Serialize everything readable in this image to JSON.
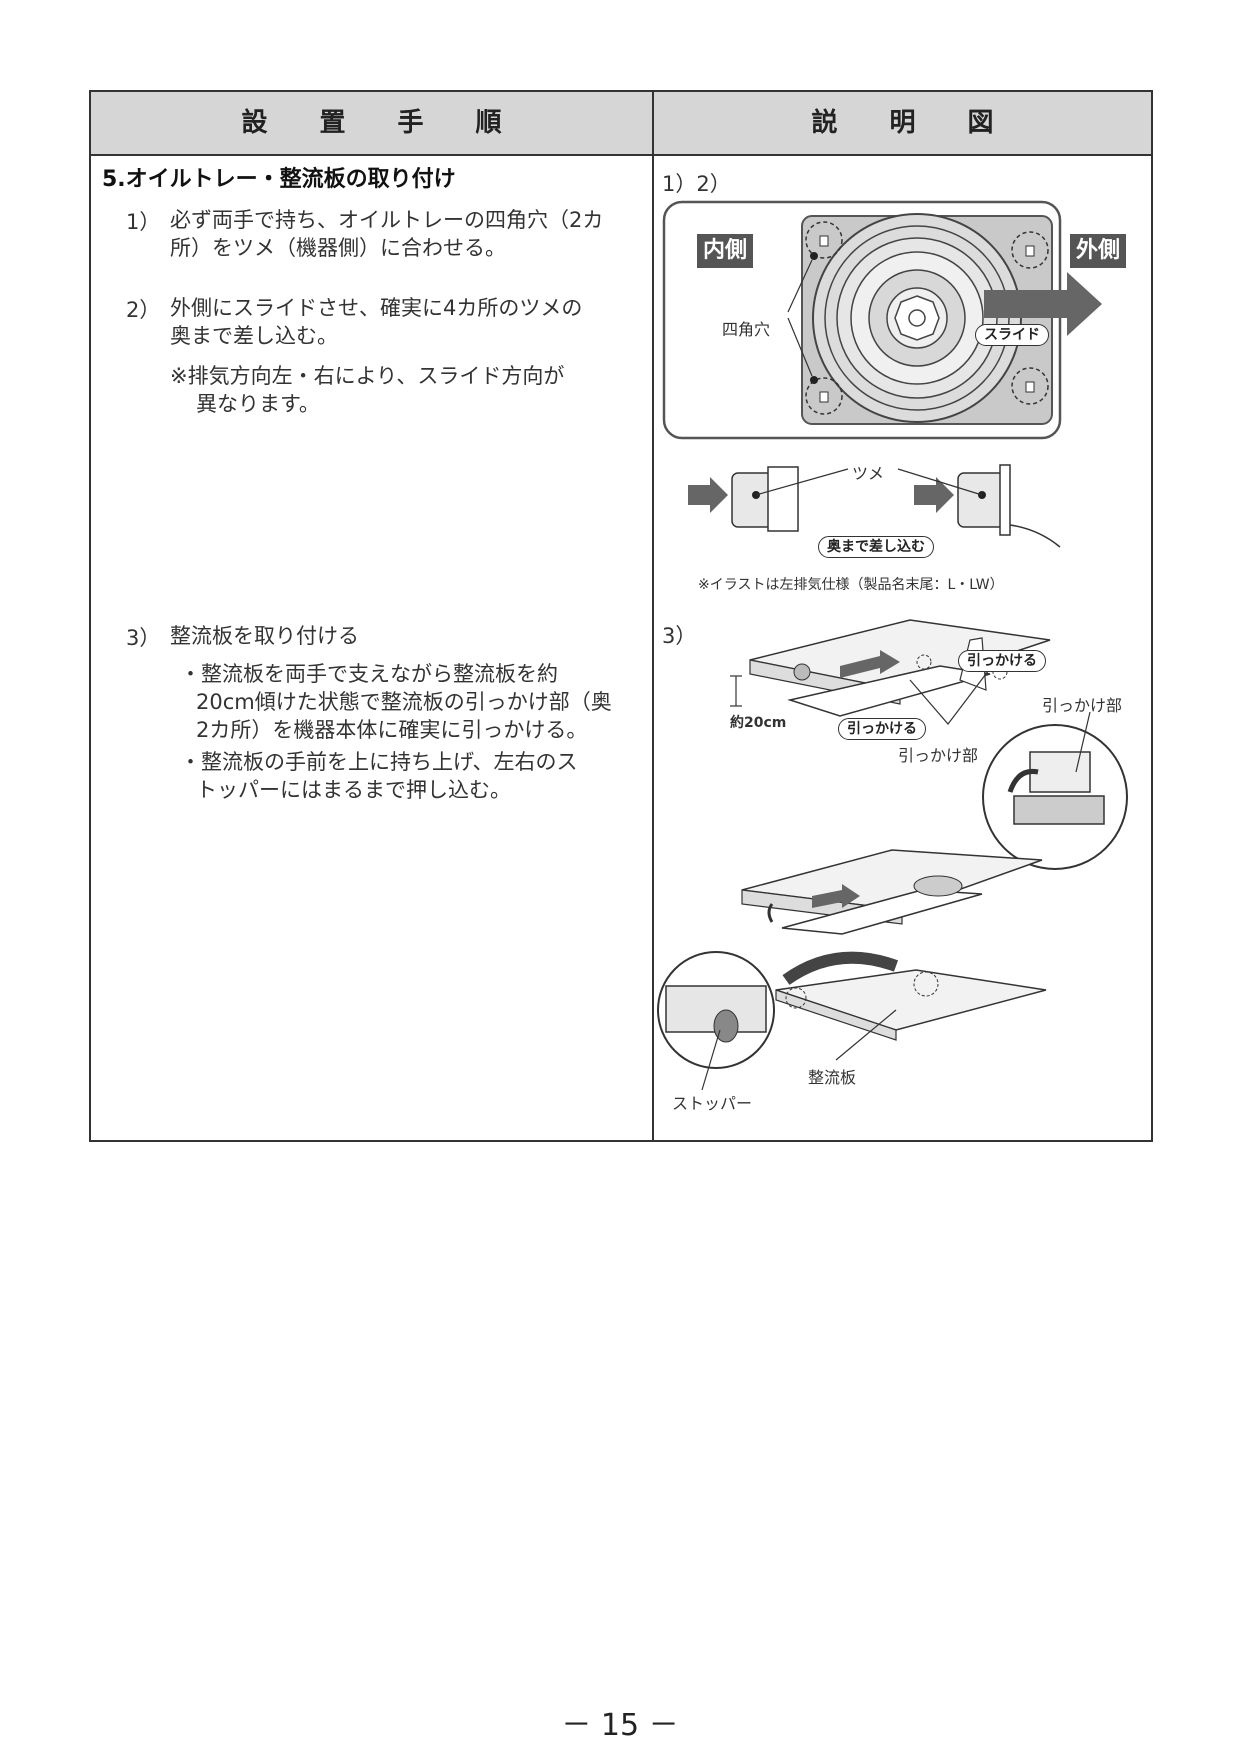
{
  "header": {
    "left": "設　　置　　手　　順",
    "right": "説　　明　　図"
  },
  "section": {
    "title": "5.オイルトレー・整流板の取り付け"
  },
  "steps": [
    {
      "num": "1）",
      "lines": [
        "必ず両手で持ち、オイルトレーの四角穴（2カ",
        "所）をツメ（機器側）に合わせる。"
      ]
    },
    {
      "num": "2）",
      "lines": [
        "外側にスライドさせ、確実に4カ所のツメの",
        "奥まで差し込む。"
      ]
    },
    {
      "num": "3）",
      "lines": [
        "整流板を取り付ける"
      ]
    }
  ],
  "note": {
    "lines": [
      "※排気方向左・右により、スライド方向が",
      "異なります。"
    ]
  },
  "bullets": [
    {
      "lines": [
        "・整流板を両手で支えながら整流板を約",
        "20cm傾けた状態で整流板の引っかけ部（奥",
        "2カ所）を機器本体に確実に引っかける。"
      ]
    },
    {
      "lines": [
        "・整流板の手前を上に持ち上げ、左右のス",
        "トッパーにはまるまで押し込む。"
      ]
    }
  ],
  "fig1": {
    "label": "1）2）",
    "inner": "内側",
    "outer": "外側",
    "hole": "四角穴",
    "slide": "スライド",
    "tsume": "ツメ",
    "push": "奥まで差し込む",
    "note": "※イラストは左排気仕様（製品名末尾：L・LW）"
  },
  "fig3": {
    "label": "3）",
    "hook1": "引っかける",
    "hook2": "引っかける",
    "hookpart1": "引っかけ部",
    "hookpart2": "引っかけ部",
    "dist": "約20cm",
    "board": "整流板",
    "stopper": "ストッパー"
  },
  "page": {
    "number": "－ 15 －"
  }
}
